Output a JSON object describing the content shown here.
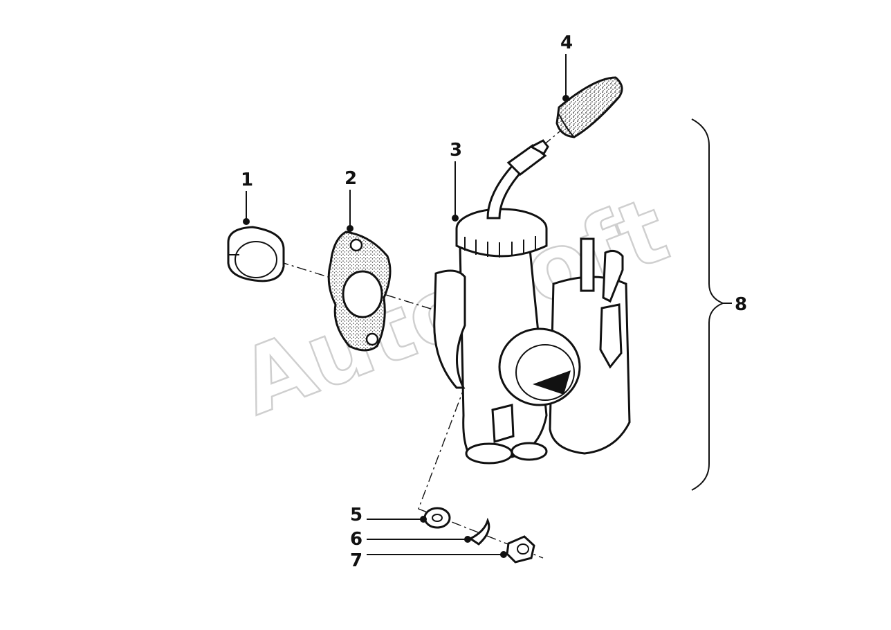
{
  "watermark": "AutoSoft",
  "callouts": [
    {
      "id": "c1",
      "label": "1"
    },
    {
      "id": "c2",
      "label": "2"
    },
    {
      "id": "c3",
      "label": "3"
    },
    {
      "id": "c4",
      "label": "4"
    },
    {
      "id": "c5",
      "label": "5"
    },
    {
      "id": "c6",
      "label": "6"
    },
    {
      "id": "c7",
      "label": "7"
    },
    {
      "id": "c8",
      "label": "8"
    }
  ]
}
